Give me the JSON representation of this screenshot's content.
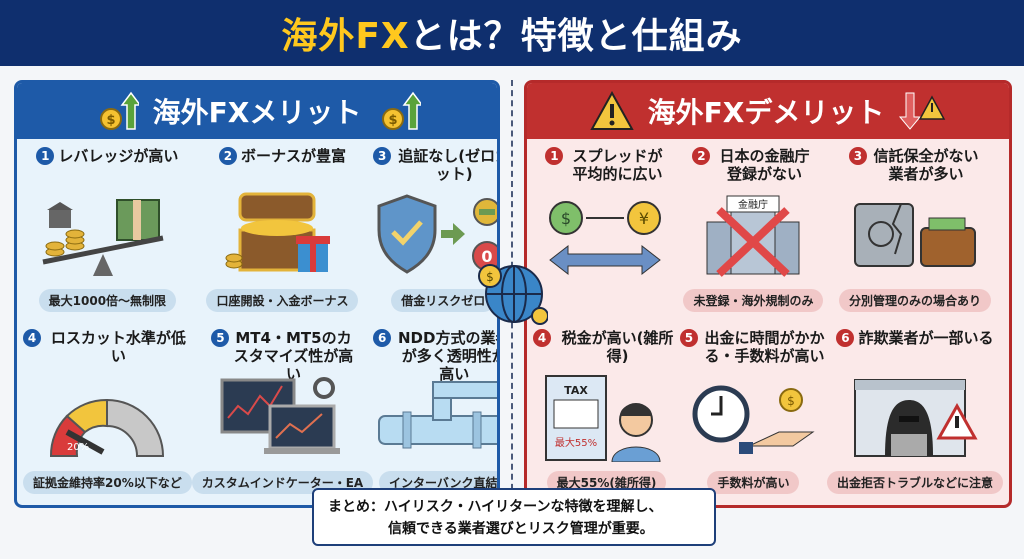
{
  "title": {
    "highlight": "海外FX",
    "rest": "とは？特徴と仕組み"
  },
  "merits": {
    "header": "海外FXメリット",
    "items": [
      {
        "num": "1",
        "title": "レバレッジが高い",
        "caption": "最大1000倍〜無制限"
      },
      {
        "num": "2",
        "title": "ボーナスが豊富",
        "caption": "口座開設・入金ボーナス"
      },
      {
        "num": "3",
        "title": "追証なし(ゼロカット)",
        "caption": "借金リスクゼロ",
        "icon_text": "0"
      },
      {
        "num": "4",
        "title": "ロスカット水準が低い",
        "caption": "証拠金維持率20%以下など",
        "icon_text": "20%"
      },
      {
        "num": "5",
        "title": "MT4・MT5のカスタマイズ性が高い",
        "caption": "カスタムインドケーター・EA"
      },
      {
        "num": "6",
        "title": "NDD方式の業者が多く透明性が高い",
        "caption": "インターバンク直結"
      }
    ]
  },
  "demerits": {
    "header": "海外FXデメリット",
    "items": [
      {
        "num": "1",
        "title": "スプレッドが平均的に広い",
        "caption": ""
      },
      {
        "num": "2",
        "title": "日本の金融庁登録がない",
        "caption": "未登録・海外規制のみ",
        "icon_text": "金融庁"
      },
      {
        "num": "3",
        "title": "信託保全がない業者が多い",
        "caption": "分別管理のみの場合あり"
      },
      {
        "num": "4",
        "title": "税金が高い(雑所得)",
        "caption": "最大55%(雑所得)",
        "icon_text": "TAX",
        "icon_text2": "最大55%"
      },
      {
        "num": "5",
        "title": "出金に時間がかかる・手数料が高い",
        "caption": "手数料が高い"
      },
      {
        "num": "6",
        "title": "詐欺業者が一部いる",
        "caption": "出金拒否トラブルなどに注意"
      }
    ]
  },
  "summary": {
    "line1": "まとめ：ハイリスク・ハイリターンな特徴を理解し、",
    "line2": "信頼できる業者選びとリスク管理が重要。"
  },
  "colors": {
    "navy": "#0f2f6e",
    "blue": "#1e5aa8",
    "red": "#c0302f",
    "gold": "#ffc81e"
  }
}
